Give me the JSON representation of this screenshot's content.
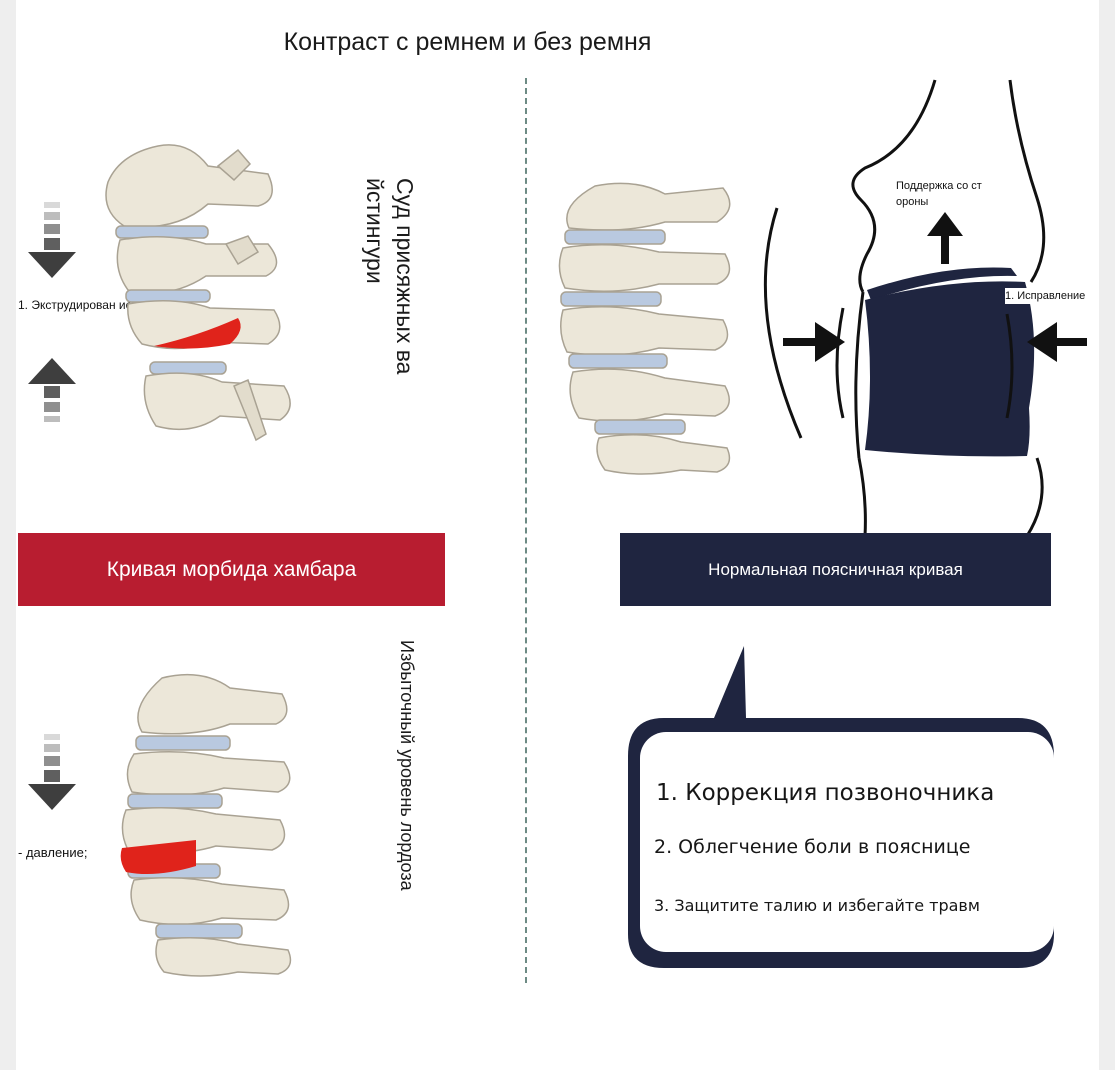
{
  "title": "Контраст с ремнем и без ремня",
  "left": {
    "vertical_label_top": "Суд присяжных ва йстингури",
    "annotation_top": "1. Экструдирован ие",
    "band_label": "Кривая морбида хамбара",
    "vertical_label_bottom": "Избыточный уровень лордоза",
    "annotation_bottom": "- давление;"
  },
  "right": {
    "support_label": "Поддержка со ст ороны",
    "correction_label": "1. Исправление",
    "band_label": "Нормальная поясничная кривая",
    "benefits": [
      "1. Коррекция позвоночника",
      "2. Облегчение боли в пояснице",
      "3. Защитите талию и избегайте травм"
    ]
  },
  "colors": {
    "accent_red": "#b81d30",
    "navy": "#1f2540",
    "disc_blue": "#b9c9e0",
    "bone": "#ece7d9",
    "herniation": "#e0231b",
    "divider": "#6d8b84"
  }
}
